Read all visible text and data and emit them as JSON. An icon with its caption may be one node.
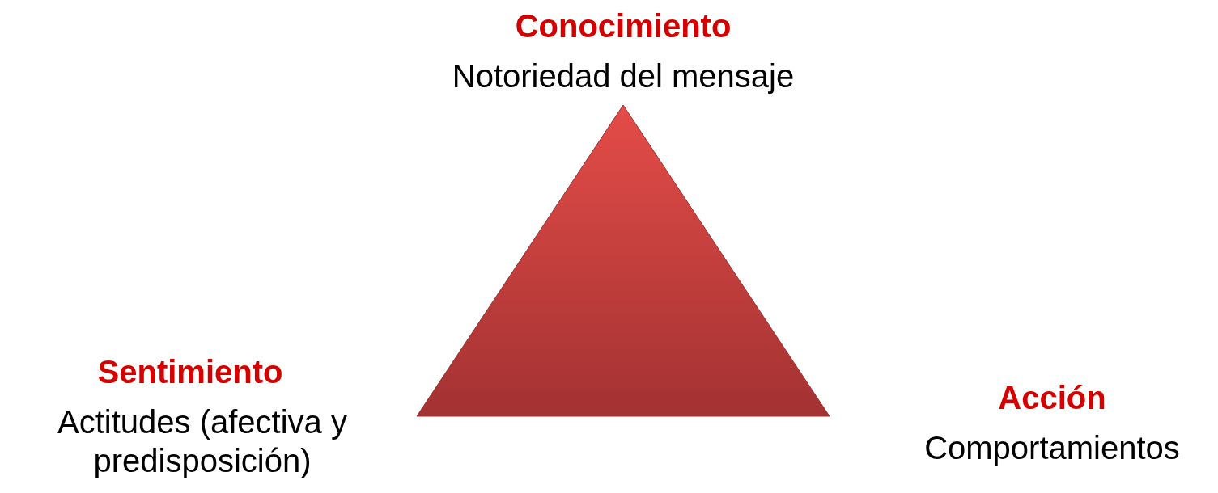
{
  "diagram": {
    "nodes": [
      {
        "text": [],
        "shape": "triangle"
      }
    ],
    "edges": [],
    "labels": [
      "Conocimiento",
      "Notoriedad del mensaje",
      "Sentimiento",
      "Actitudes (afectiva y predisposición)",
      "Acción",
      "Comportamientos"
    ]
  }
}
